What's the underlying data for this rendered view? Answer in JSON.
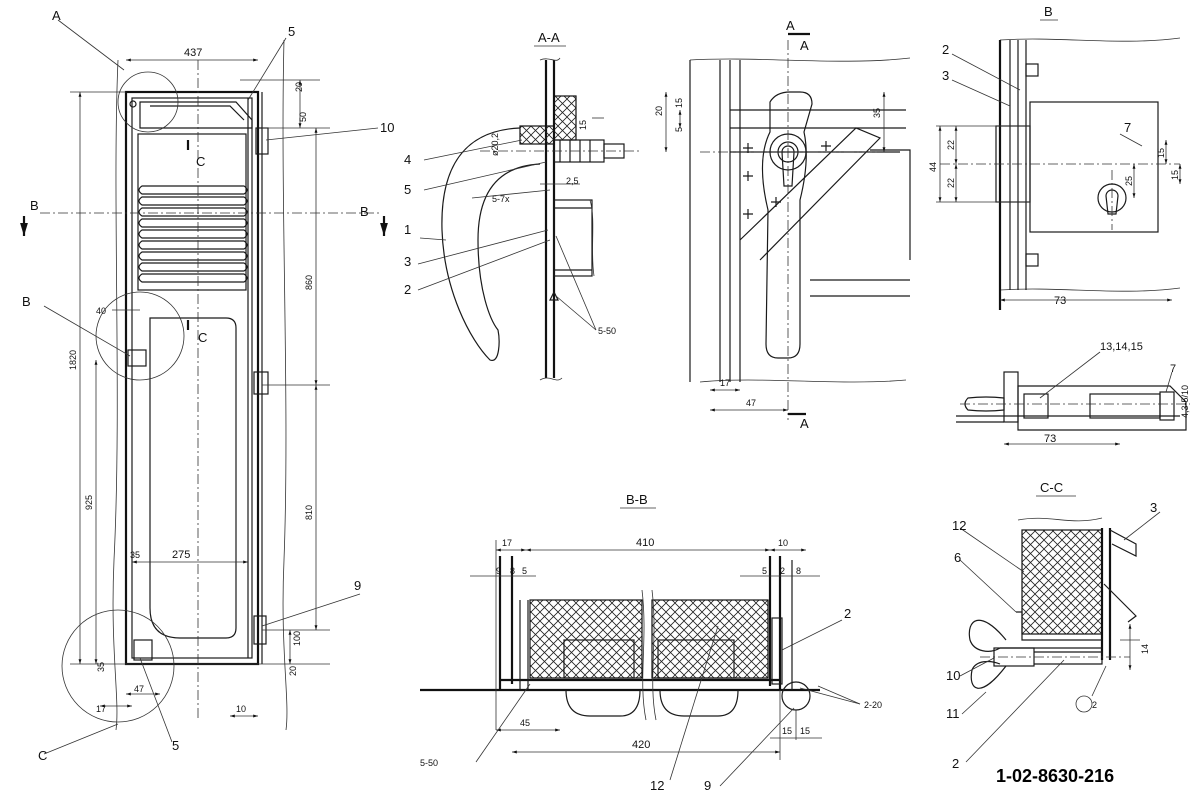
{
  "drawing_number": "1-02-8630-216",
  "views": {
    "section_aa": "A-A",
    "view_b": "B",
    "section_bb": "B-B",
    "section_cc": "C-C"
  },
  "cut_markers": {
    "a": "A",
    "b": "B",
    "c": "C"
  },
  "front_view": {
    "dims": [
      "437",
      "20",
      "50",
      "1820",
      "860",
      "40",
      "925",
      "810",
      "35",
      "275",
      "100",
      "20",
      "35",
      "47",
      "17",
      "10"
    ],
    "callouts": [
      "5",
      "10",
      "9",
      "5"
    ]
  },
  "section_aa": {
    "dims": [
      "15",
      "ø20,2",
      "2,5",
      "5-7x",
      "5-50"
    ],
    "callouts": [
      "4",
      "5",
      "1",
      "3",
      "2"
    ]
  },
  "handle_view": {
    "dims": [
      "20",
      "15",
      "5",
      "35",
      "17",
      "47"
    ]
  },
  "view_b": {
    "dims": [
      "44",
      "22",
      "22",
      "15",
      "15",
      "25",
      "73"
    ],
    "callouts": [
      "2",
      "3",
      "7"
    ]
  },
  "lock_detail": {
    "callouts": [
      "13,14,15",
      "7"
    ],
    "dims": [
      "4,3-5/10",
      "73"
    ]
  },
  "section_bb": {
    "dims": [
      "17",
      "410",
      "10",
      "9",
      "8",
      "5",
      "5",
      "2",
      "8",
      "45",
      "420",
      "15",
      "15"
    ],
    "callouts": [
      "2",
      "12",
      "9"
    ],
    "welds": [
      "2-20",
      "5-50"
    ]
  },
  "section_cc": {
    "dims": [
      "14"
    ],
    "callouts": [
      "12",
      "6",
      "3",
      "10",
      "11",
      "2"
    ],
    "mark": "2"
  }
}
